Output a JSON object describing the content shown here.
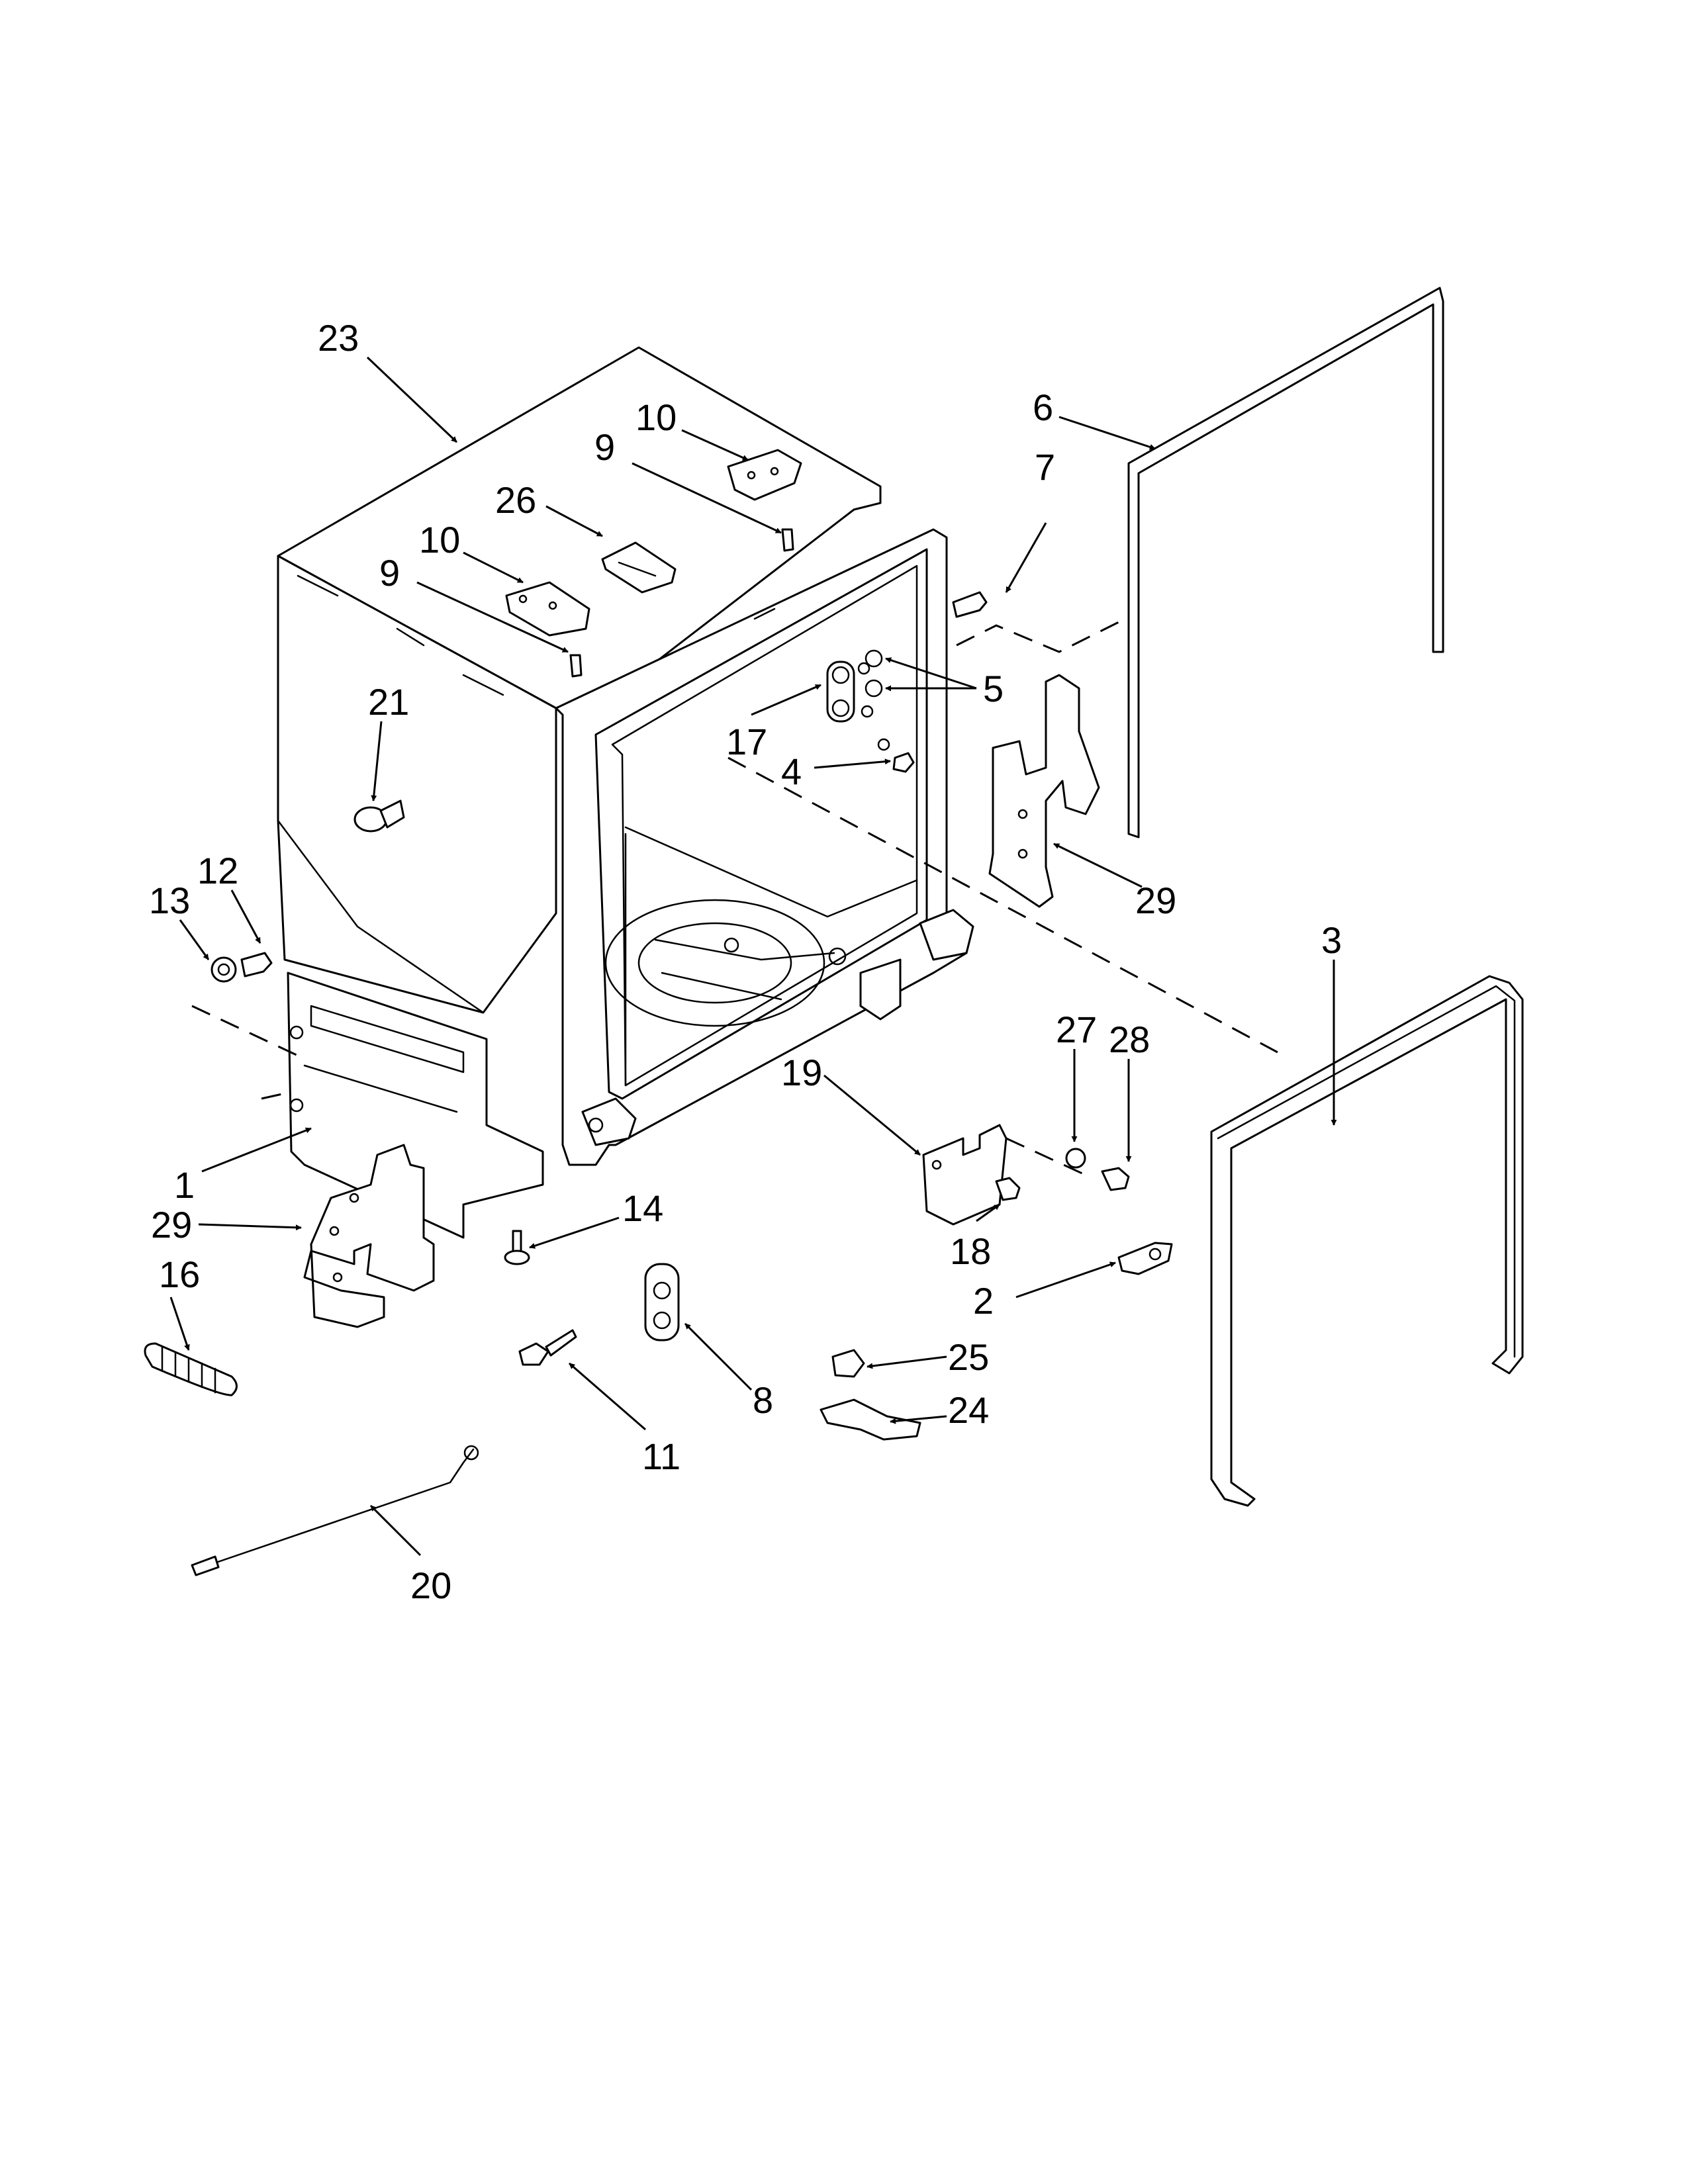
{
  "callouts": [
    {
      "id": "23",
      "text": "23"
    },
    {
      "id": "10a",
      "text": "10"
    },
    {
      "id": "9a",
      "text": "9"
    },
    {
      "id": "26",
      "text": "26"
    },
    {
      "id": "10b",
      "text": "10"
    },
    {
      "id": "9b",
      "text": "9"
    },
    {
      "id": "6",
      "text": "6"
    },
    {
      "id": "7",
      "text": "7"
    },
    {
      "id": "5",
      "text": "5"
    },
    {
      "id": "17",
      "text": "17"
    },
    {
      "id": "4",
      "text": "4"
    },
    {
      "id": "21",
      "text": "21"
    },
    {
      "id": "29a",
      "text": "29"
    },
    {
      "id": "3",
      "text": "3"
    },
    {
      "id": "13",
      "text": "13"
    },
    {
      "id": "12",
      "text": "12"
    },
    {
      "id": "27",
      "text": "27"
    },
    {
      "id": "28",
      "text": "28"
    },
    {
      "id": "19",
      "text": "19"
    },
    {
      "id": "1",
      "text": "1"
    },
    {
      "id": "29b",
      "text": "29"
    },
    {
      "id": "14",
      "text": "14"
    },
    {
      "id": "18",
      "text": "18"
    },
    {
      "id": "16",
      "text": "16"
    },
    {
      "id": "2",
      "text": "2"
    },
    {
      "id": "25",
      "text": "25"
    },
    {
      "id": "8",
      "text": "8"
    },
    {
      "id": "11",
      "text": "11"
    },
    {
      "id": "24",
      "text": "24"
    },
    {
      "id": "20",
      "text": "20"
    }
  ]
}
